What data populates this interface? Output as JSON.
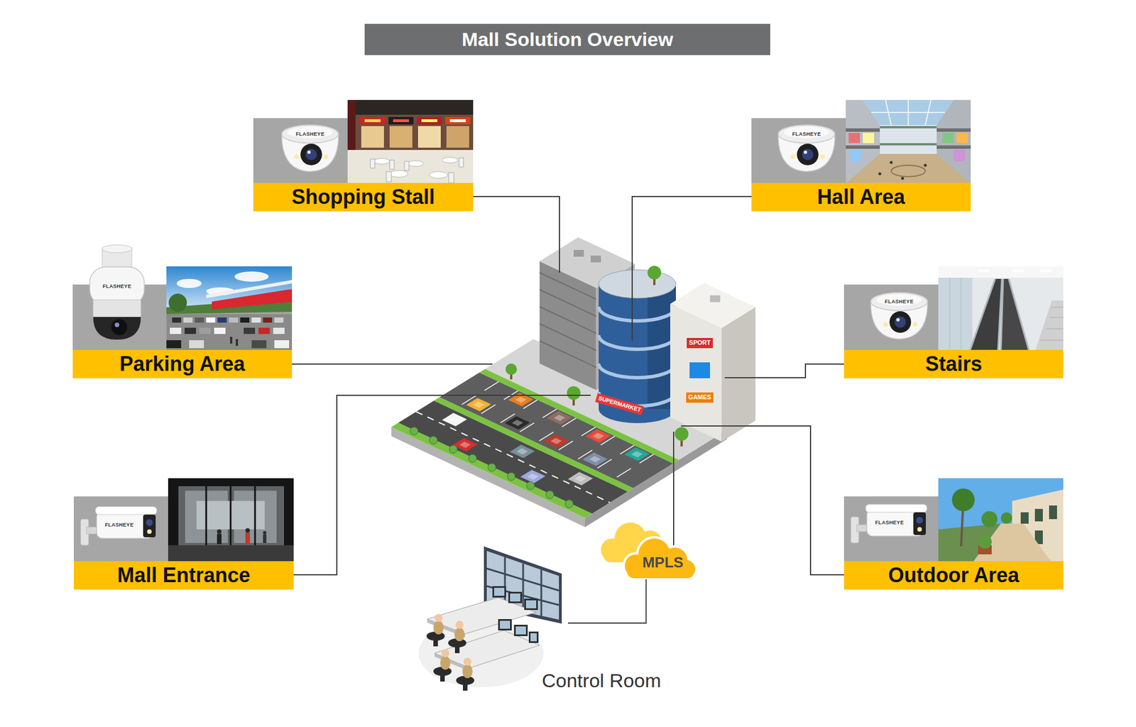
{
  "diagram": {
    "title": "Mall Solution Overview",
    "nodes": [
      {
        "text": [
          "Shopping Stall"
        ]
      },
      {
        "text": [
          "Hall Area"
        ]
      },
      {
        "text": [
          "Parking Area"
        ]
      },
      {
        "text": [
          "Stairs"
        ]
      },
      {
        "text": [
          "Mall Entrance"
        ]
      },
      {
        "text": [
          "Outdoor Area"
        ]
      },
      {
        "text": [
          "MPLS"
        ]
      },
      {
        "text": [
          "Control Room"
        ]
      }
    ],
    "edges": [
      {
        "from": 6,
        "to": 7,
        "arrow": "none"
      }
    ],
    "labels": [
      "FLASHEYE",
      "FLASHEYE",
      "FLASHEYE",
      "FLASHEYE",
      "FLASHEYE",
      "FLASHEYE",
      "SPORT",
      "GAMES",
      "SUPERMARKET"
    ]
  }
}
